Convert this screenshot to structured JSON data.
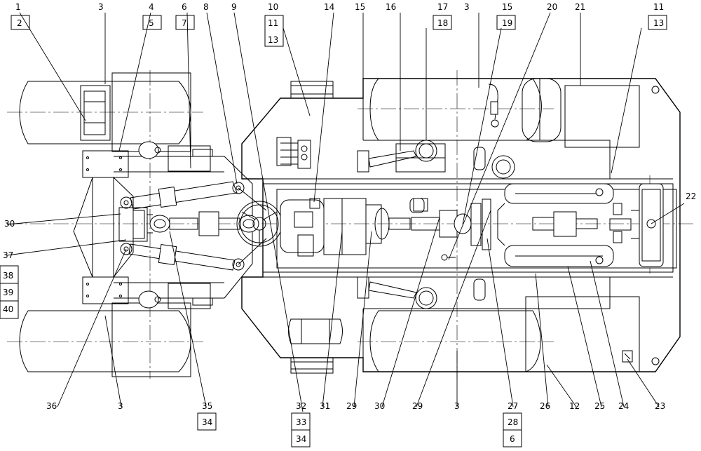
{
  "labels_top": [
    {
      "id": "l1",
      "text": "1"
    },
    {
      "id": "l2",
      "text": "2"
    },
    {
      "id": "l3a",
      "text": "3"
    },
    {
      "id": "l4",
      "text": "4"
    },
    {
      "id": "l5",
      "text": "5"
    },
    {
      "id": "l6a",
      "text": "6"
    },
    {
      "id": "l7",
      "text": "7"
    },
    {
      "id": "l8",
      "text": "8"
    },
    {
      "id": "l9",
      "text": "9"
    },
    {
      "id": "l10",
      "text": "10"
    },
    {
      "id": "l11a",
      "text": "11"
    },
    {
      "id": "l13a",
      "text": "13"
    },
    {
      "id": "l14",
      "text": "14"
    },
    {
      "id": "l15a",
      "text": "15"
    },
    {
      "id": "l16",
      "text": "16"
    },
    {
      "id": "l17",
      "text": "17"
    },
    {
      "id": "l18",
      "text": "18"
    },
    {
      "id": "l3b",
      "text": "3"
    },
    {
      "id": "l15b",
      "text": "15"
    },
    {
      "id": "l19",
      "text": "19"
    },
    {
      "id": "l20",
      "text": "20"
    },
    {
      "id": "l21",
      "text": "21"
    },
    {
      "id": "l11b",
      "text": "11"
    },
    {
      "id": "l13b",
      "text": "13"
    }
  ],
  "labels_left": [
    {
      "id": "l30a",
      "text": "30"
    },
    {
      "id": "l37",
      "text": "37"
    },
    {
      "id": "l38",
      "text": "38"
    },
    {
      "id": "l39",
      "text": "39"
    },
    {
      "id": "l40",
      "text": "40"
    }
  ],
  "labels_right": [
    {
      "id": "l22",
      "text": "22"
    }
  ],
  "labels_bottom": [
    {
      "id": "l36",
      "text": "36"
    },
    {
      "id": "l3c",
      "text": "3"
    },
    {
      "id": "l35",
      "text": "35"
    },
    {
      "id": "l34a",
      "text": "34"
    },
    {
      "id": "l32",
      "text": "32"
    },
    {
      "id": "l33",
      "text": "33"
    },
    {
      "id": "l34b",
      "text": "34"
    },
    {
      "id": "l31",
      "text": "31"
    },
    {
      "id": "l29a",
      "text": "29"
    },
    {
      "id": "l30b",
      "text": "30"
    },
    {
      "id": "l29b",
      "text": "29"
    },
    {
      "id": "l3d",
      "text": "3"
    },
    {
      "id": "l27",
      "text": "27"
    },
    {
      "id": "l28",
      "text": "28"
    },
    {
      "id": "l6b",
      "text": "6"
    },
    {
      "id": "l26",
      "text": "26"
    },
    {
      "id": "l12",
      "text": "12"
    },
    {
      "id": "l25",
      "text": "25"
    },
    {
      "id": "l24",
      "text": "24"
    },
    {
      "id": "l23",
      "text": "23"
    }
  ]
}
